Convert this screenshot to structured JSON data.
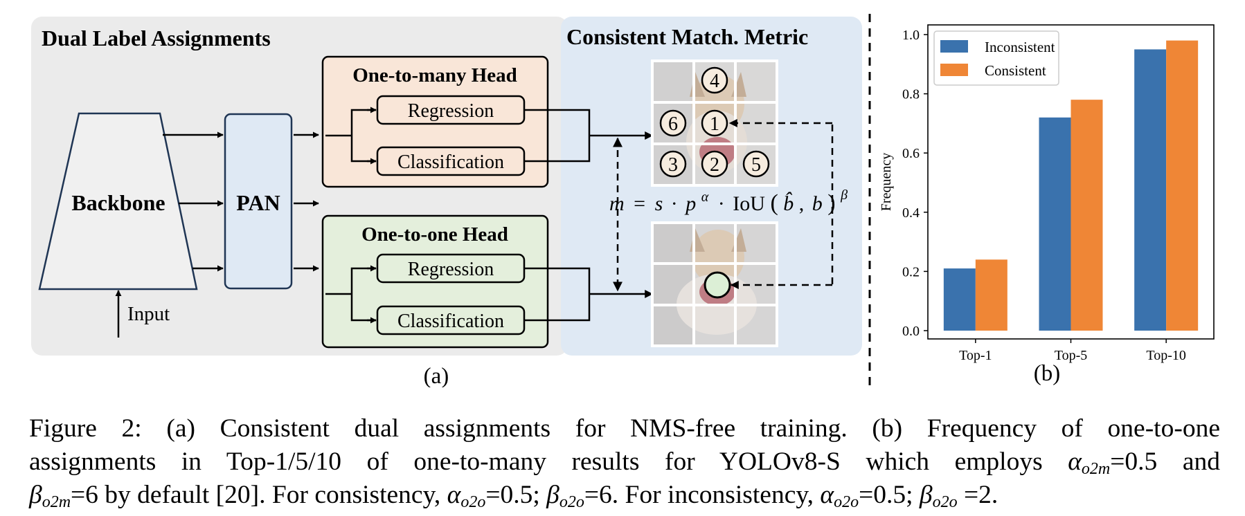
{
  "panel_a": {
    "section_left_title": "Dual Label Assignments",
    "section_right_title": "Consistent Match. Metric",
    "backbone_label": "Backbone",
    "pan_label": "PAN",
    "input_label": "Input",
    "one_to_many_head": {
      "title": "One-to-many Head",
      "regression": "Regression",
      "classification": "Classification"
    },
    "one_to_one_head": {
      "title": "One-to-one Head",
      "regression": "Regression",
      "classification": "Classification"
    },
    "grid_numbers": [
      "4",
      "6",
      "1",
      "3",
      "2",
      "5"
    ],
    "metric_formula": {
      "lhs": "m",
      "eq": "=",
      "s": "s",
      "dot": "·",
      "p": "p",
      "alpha": "α",
      "iou": "IoU",
      "bhat": "b̂",
      "b": "b",
      "beta": "β"
    },
    "sublabel": "(a)",
    "colors": {
      "left_bg": "#ebebeb",
      "right_bg": "#dfe9f4",
      "o2m_fill": "#f9e6d8",
      "o2o_fill": "#e4efdc",
      "backbone_fill": "#f0f0f0",
      "navy": "#1f3554",
      "match_circle": "#dcefd6"
    }
  },
  "panel_b": {
    "sublabel": "(b)",
    "chart_data": {
      "type": "bar",
      "categories": [
        "Top-1",
        "Top-5",
        "Top-10"
      ],
      "series": [
        {
          "name": "Inconsistent",
          "color": "#3a72ad",
          "values": [
            0.21,
            0.72,
            0.95
          ]
        },
        {
          "name": "Consistent",
          "color": "#ef8636",
          "values": [
            0.24,
            0.78,
            0.98
          ]
        }
      ],
      "ylabel": "Frequency",
      "ylim": [
        0.0,
        1.0
      ],
      "yticks": [
        "0.0",
        "0.2",
        "0.4",
        "0.6",
        "0.8",
        "1.0"
      ],
      "legend": "top-left",
      "grid": false
    }
  },
  "caption": {
    "line1": {
      "text": "Figure 2: (a) Consistent dual assignments for NMS-free training.  (b) Frequency of one-to-one"
    },
    "line2": {
      "pre": "assignments in Top-1/5/10 of one-to-many results for YOLOv8-S which employs ",
      "a_sym": "α",
      "a_sub": "o2m",
      "a_val": "=0.5 and"
    },
    "line3": {
      "b_sym": "β",
      "b_sub": "o2m",
      "b_text": "=6 by default [20]. For consistency, ",
      "c_sym": "α",
      "c_sub": "o2o",
      "c_text": "=0.5; ",
      "d_sym": "β",
      "d_sub": "o2o",
      "d_text": "=6. For inconsistency, ",
      "e_sym": "α",
      "e_sub": "o2o",
      "e_text": "=0.5; ",
      "f_sym": "β",
      "f_sub": "o2o",
      "f_text": " =2."
    }
  }
}
